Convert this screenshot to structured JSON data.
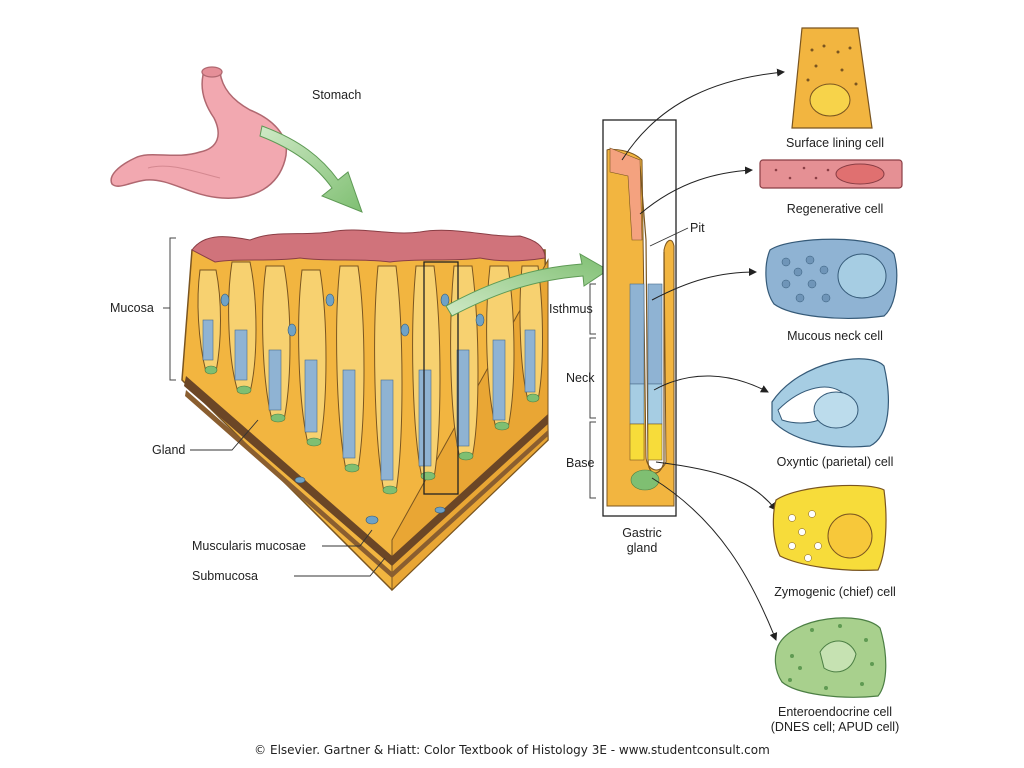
{
  "labels": {
    "stomach": "Stomach",
    "mucosa": "Mucosa",
    "gland": "Gland",
    "muscularis_mucosae": "Muscularis mucosae",
    "submucosa": "Submucosa",
    "pit": "Pit",
    "isthmus": "Isthmus",
    "neck": "Neck",
    "base": "Base",
    "gastric_gland_line1": "Gastric",
    "gastric_gland_line2": "gland"
  },
  "cells": [
    {
      "id": "surface-lining",
      "label": "Surface lining cell"
    },
    {
      "id": "regenerative",
      "label": "Regenerative cell"
    },
    {
      "id": "mucous-neck",
      "label": "Mucous neck cell"
    },
    {
      "id": "oxyntic",
      "label": "Oxyntic (parietal) cell"
    },
    {
      "id": "zymogenic",
      "label": "Zymogenic (chief) cell"
    },
    {
      "id": "enteroendocrine",
      "label_line1": "Enteroendocrine cell",
      "label_line2": "(DNES cell; APUD cell)"
    }
  ],
  "credit": "© Elsevier. Gartner & Hiatt: Color Textbook of Histology 3E - www.studentconsult.com",
  "colors": {
    "stomach": "#f2a8b0",
    "tissue": "#f2b540",
    "mucosa_top": "#d0737b",
    "mucous_cell": "#8fb3d3",
    "parietal": "#a6cde3",
    "chief": "#f7dc3a",
    "enteroendocrine": "#a8d08d",
    "arrow_green": "#8cc97f"
  }
}
